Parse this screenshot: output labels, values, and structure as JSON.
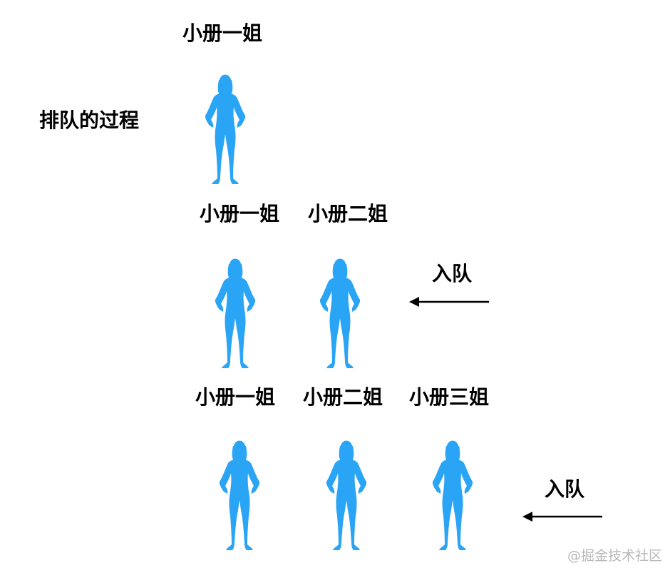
{
  "title": "排队的过程",
  "figure_color": "#2aa4f4",
  "rows": [
    {
      "names": [
        "小册一姐"
      ]
    },
    {
      "names": [
        "小册一姐",
        "小册二姐"
      ],
      "action": "入队"
    },
    {
      "names": [
        "小册一姐",
        "小册二姐",
        "小册三姐"
      ],
      "action": "入队"
    }
  ],
  "watermark": "@掘金技术社区"
}
